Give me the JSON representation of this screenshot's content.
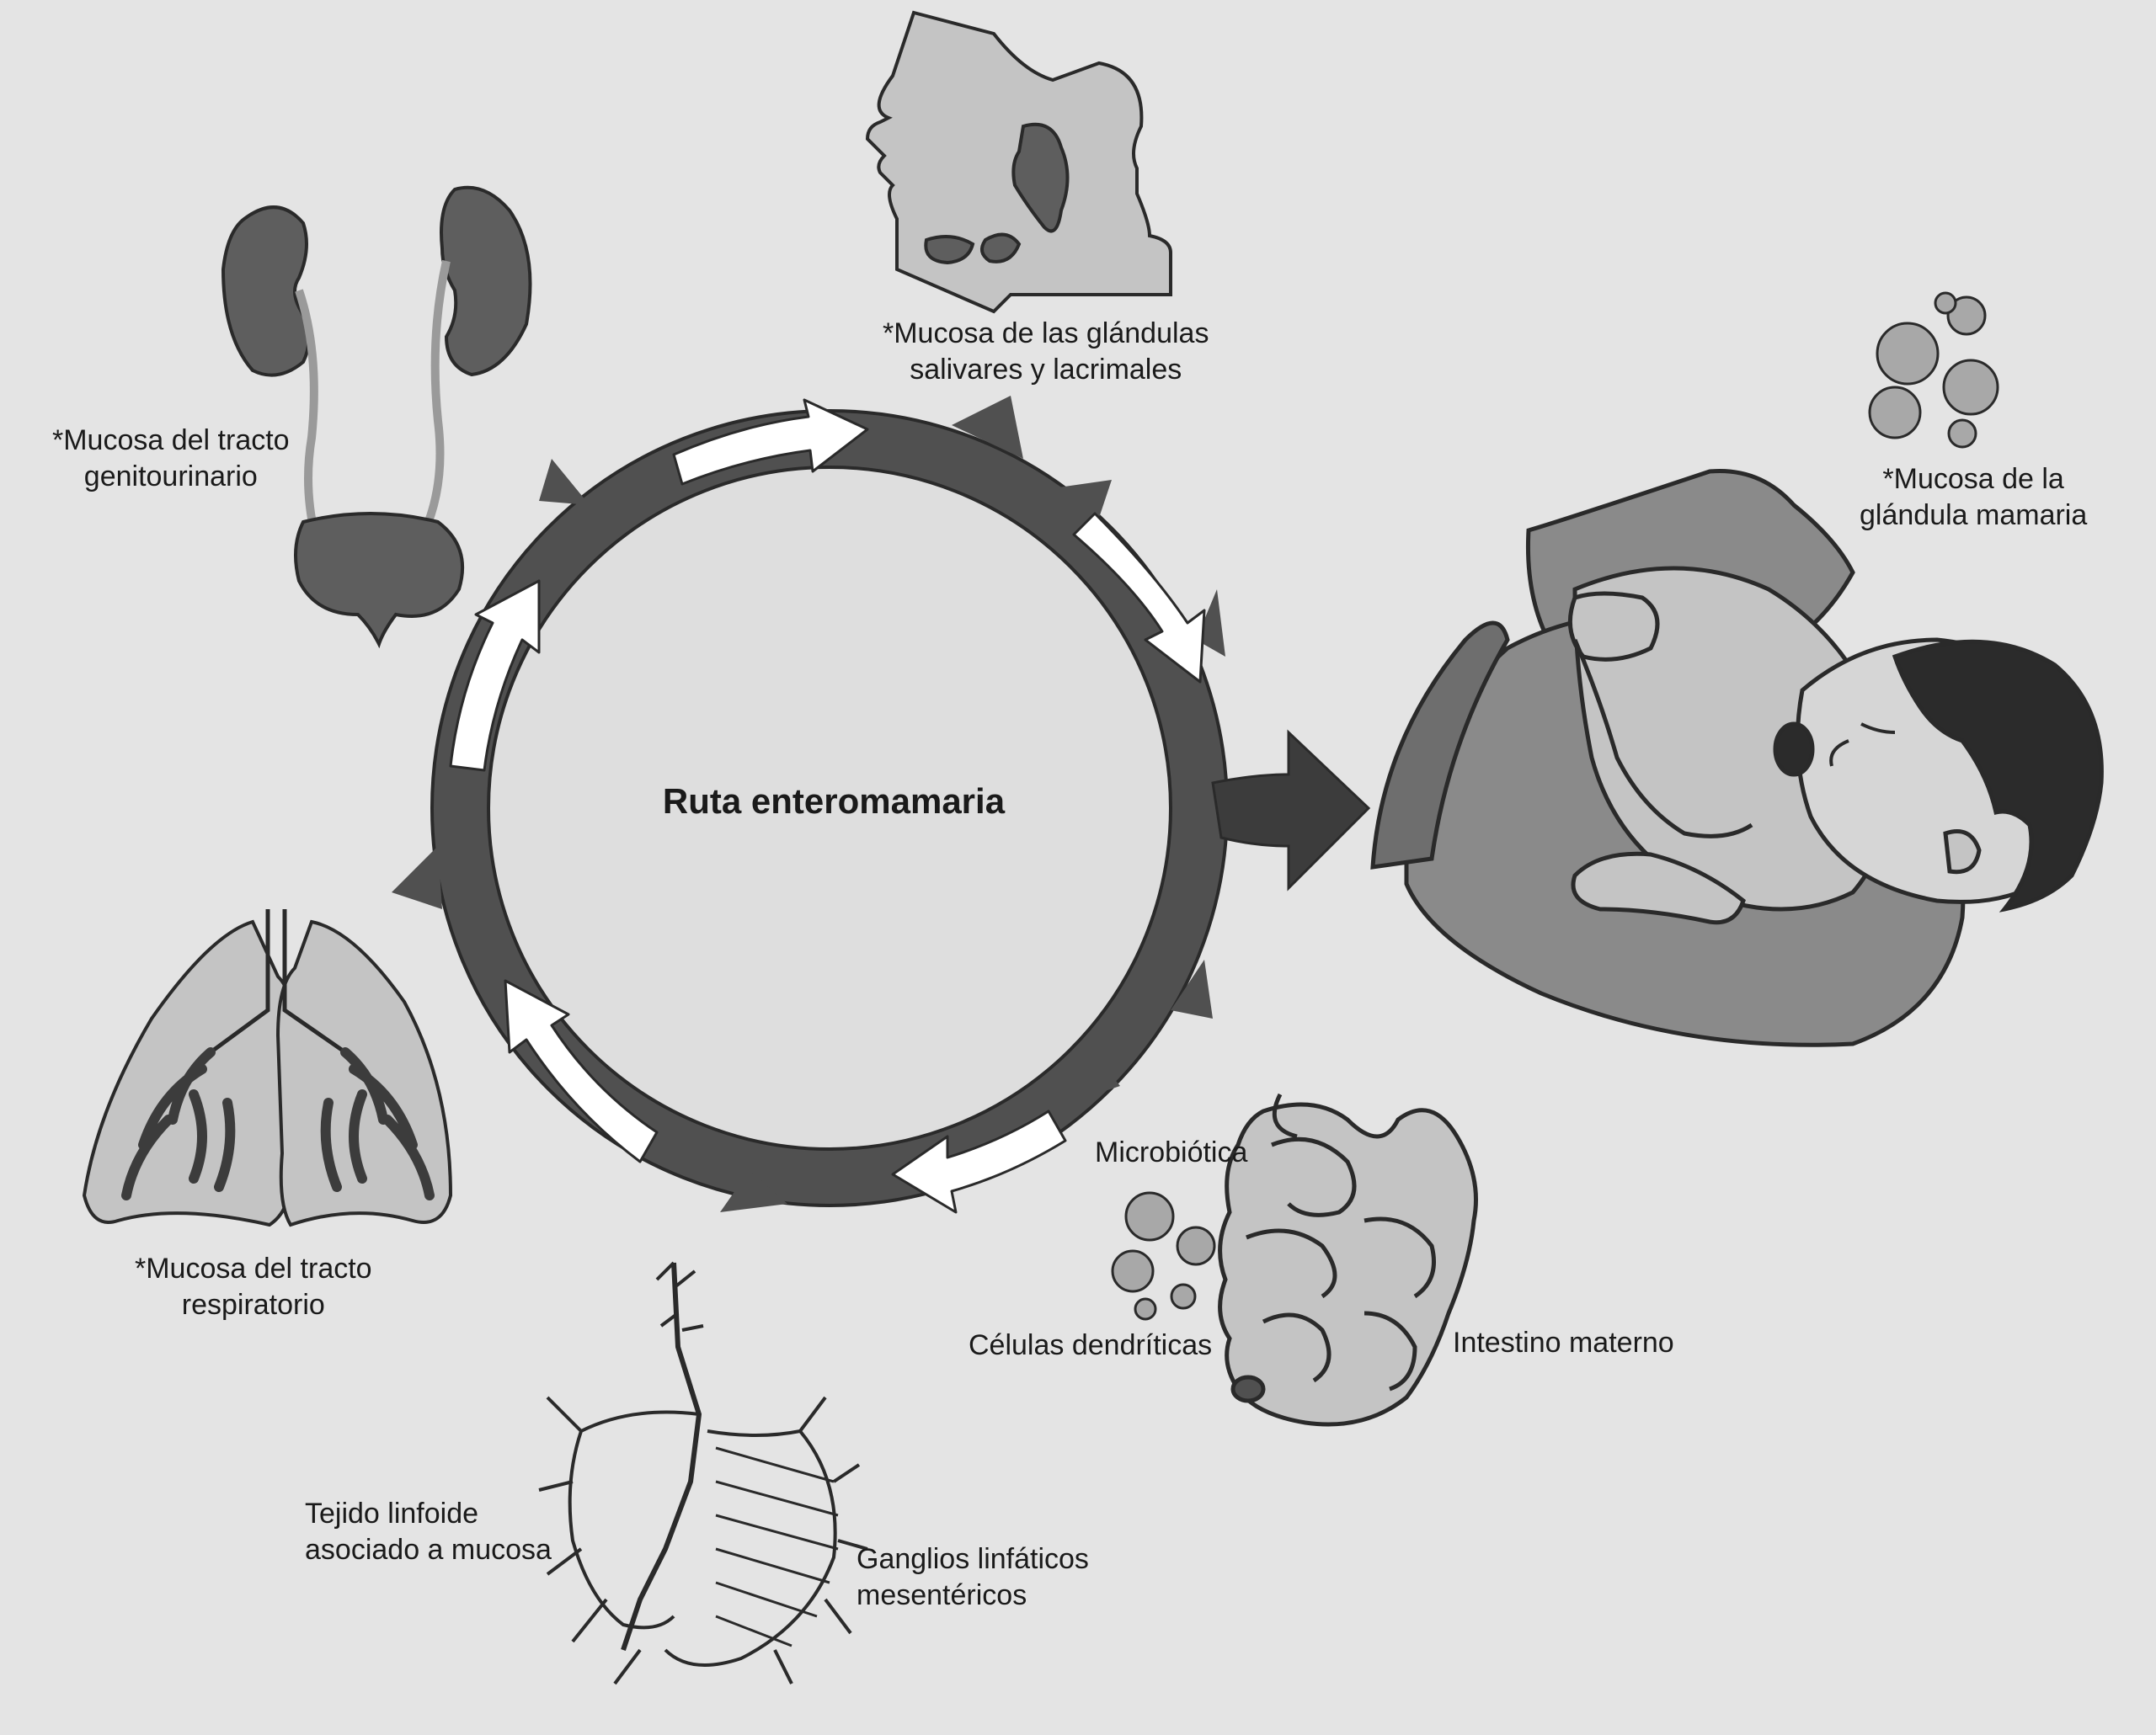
{
  "center_title": "Ruta enteromamaria",
  "labels": {
    "genitourinary": [
      "*Mucosa del tracto",
      "genitourinario"
    ],
    "salivary": [
      "*Mucosa de las glándulas",
      "salivares y lacrimales"
    ],
    "mammary": [
      "*Mucosa de la",
      "glándula mamaria"
    ],
    "respiratory": [
      "*Mucosa del tracto",
      "respiratorio"
    ],
    "microbiota": "Microbiótica",
    "dendritic": "Células dendríticas",
    "intestine": "Intestino materno",
    "malt": [
      "Tejido linfoide",
      "asociado a mucosa"
    ],
    "lymph_nodes": [
      "Ganglios linfáticos",
      "mesentéricos"
    ]
  },
  "colors": {
    "background": "#e4e4e4",
    "ring": "#505050",
    "ring_dark": "#3c3c3c",
    "circle_fill": "#dedede",
    "organ_dark": "#5e5e5e",
    "organ_light": "#c4c4c4",
    "outline": "#2a2a2a",
    "hair": "#2b2b2b"
  }
}
